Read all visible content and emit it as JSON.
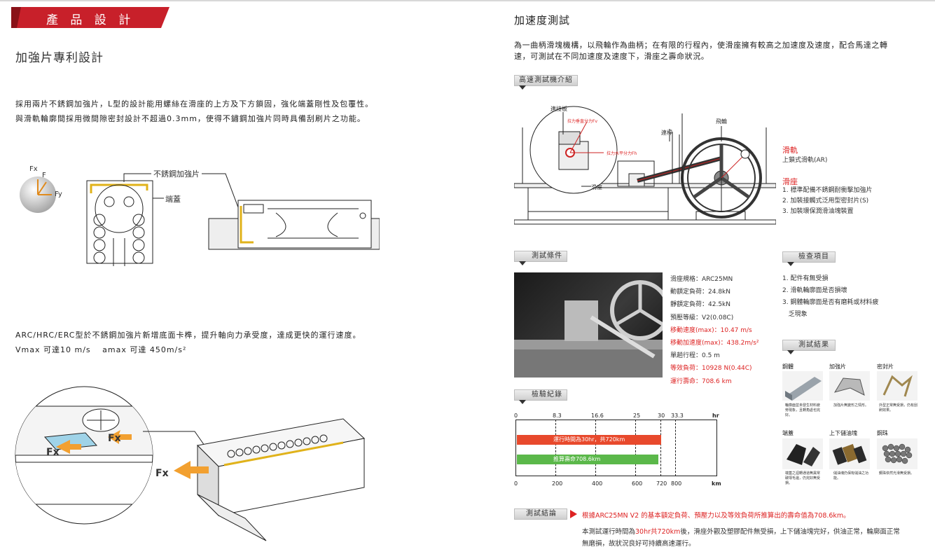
{
  "left": {
    "banner": "產 品 設 計",
    "heading": "加強片專利設計",
    "para1_line1": "採用兩片不銹鋼加強片，L型的設計能用螺絲在滑座的上方及下方鎖固，強化端蓋剛性及包覆性。",
    "para1_line2": "與滑軌輪廓間採用微間隙密封設計不超過0.3mm，使得不鏽鋼加強片同時具備刮刷片之功能。",
    "diagram1": {
      "label_fx": "Fx",
      "label_f": "F",
      "label_fy": "Fy",
      "label_plate": "不銹鋼加強片",
      "label_endcap": "端蓋"
    },
    "para2_line1": "ARC/HRC/ERC型於不銹鋼加強片新增底面卡榫，提升軸向力承受度，達成更快的運行速度。",
    "para2_line2": "Vmax 可達10 m/s　 amax 可達  450m/s²",
    "diagram2": {
      "fx_a": "Fx",
      "fx_b": "Fx",
      "fx_c": "Fx"
    }
  },
  "right": {
    "heading": "加速度測試",
    "intro_line1": "為一曲柄滑塊機構，以飛輪作為曲柄；在有限的行程內，使滑座擁有較高之加速度及速度，配合馬達之轉",
    "intro_line2": "速，可測試在不同加速度及速度下，滑座之壽命狀況。",
    "machine": {
      "tag": "高速測試機介紹",
      "label_plate": "連接板",
      "label_force_v": "拉力垂直分力Fv",
      "label_force_h": "拉力水平分力Fh",
      "label_rod": "連桿",
      "label_wheel": "飛輪",
      "label_block": "滑座",
      "rail_title": "滑軌",
      "rail_desc": "上鎖式滑軌(AR)",
      "block_title": "滑座",
      "block_items": [
        "1. 標準配備不銹鋼耐衝擊加強片",
        "2. 加裝接觸式泛用型密封片(S)",
        "3. 加裝環保潤滑油塊裝置"
      ]
    },
    "conditions": {
      "tag": "測試條件",
      "lines": [
        {
          "text": "滑座規格：ARC25MN",
          "red": false
        },
        {
          "text": "動額定負荷：24.8kN",
          "red": false
        },
        {
          "text": "靜額定負荷：42.5kN",
          "red": false
        },
        {
          "text": "預壓等級：V2(0.08C)",
          "red": false
        },
        {
          "text": "移動速度(max)：10.47 m/s",
          "red": true
        },
        {
          "text": "移動加速度(max)：438.2m/s²",
          "red": true
        },
        {
          "text": "單趟行程：0.5 m",
          "red": false
        },
        {
          "text": "等效負荷：10928 N(0.44C)",
          "red": true
        },
        {
          "text": "運行壽命：708.6 km",
          "red": true
        }
      ]
    },
    "inspection": {
      "tag": "檢查項目",
      "items": [
        "1. 配件有無受損",
        "2. 滑軌輪廓面是否損壞",
        "3. 鋼體輪廓面是否有磨耗或材料疲",
        "   乏現象"
      ]
    },
    "record": {
      "tag": "檢驗紀錄",
      "top_ticks": [
        "0",
        "8.3",
        "16.6",
        "25",
        "30",
        "33.3",
        "hr"
      ],
      "bottom_ticks": [
        "0",
        "200",
        "400",
        "600",
        "720",
        "800",
        "km"
      ],
      "bar1_label": "運行時間為30hr，共720km",
      "bar2_label": "推算壽命708.6km",
      "bar1_color": "#e8492c",
      "bar2_color": "#5bb84a"
    },
    "results": {
      "tag": "測試結果",
      "items": [
        {
          "label": "鋼體",
          "caption": "輪廓面並未發生材料疲勞現象，且轉角處也完好。"
        },
        {
          "label": "加強片",
          "caption": "加強片無變形之情形。"
        },
        {
          "label": "密封片",
          "caption": "外型正常無受損，仍有刮刷效果。"
        },
        {
          "label": "端蓋",
          "caption": "端蓋之迴轉通道無異常破壞毛邊，仍完好無受損。"
        },
        {
          "label": "上下儲油塊",
          "caption": "儲油塊仍保有儲油之功能。"
        },
        {
          "label": "鋼珠",
          "caption": "鋼珠依然光滑無受損。"
        }
      ]
    },
    "conclusion": {
      "tag": "測試結論",
      "line1": "根據ARC25MN V2 的基本額定負荷、預壓力以及等效負荷所推算出的壽命值為708.6km。",
      "line2_a": "本測試運行時間為",
      "line2_b": "30hr共720km",
      "line2_c": "後，滑座外觀及塑膠配件無受損，上下儲油塊完好，供油正常，輪廓面正常",
      "line3": "無磨損，故狀況良好可持續高速運行。"
    }
  }
}
